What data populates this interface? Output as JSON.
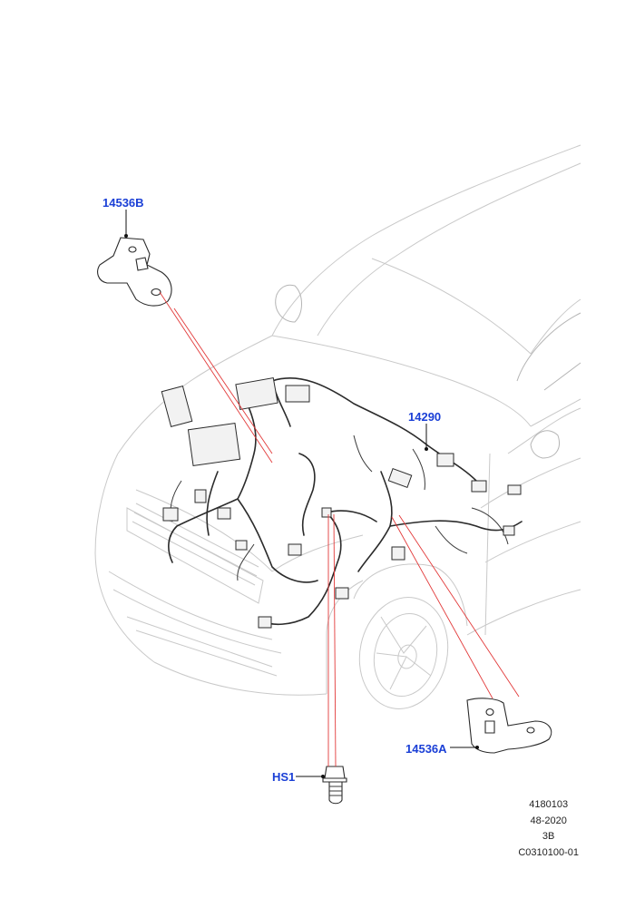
{
  "callouts": {
    "bracket_upper": "14536B",
    "harness": "14290",
    "bracket_lower": "14536A",
    "screw": "HS1"
  },
  "meta": {
    "line1": "4180103",
    "line2": "48-2020",
    "line3": "3B",
    "line4": "C0310100-01"
  },
  "colors": {
    "callout_text": "#1a3fd6",
    "leader_lines": "#e23a3a",
    "car_outline": "#c9c9c9",
    "harness": "#2b2b2b"
  }
}
